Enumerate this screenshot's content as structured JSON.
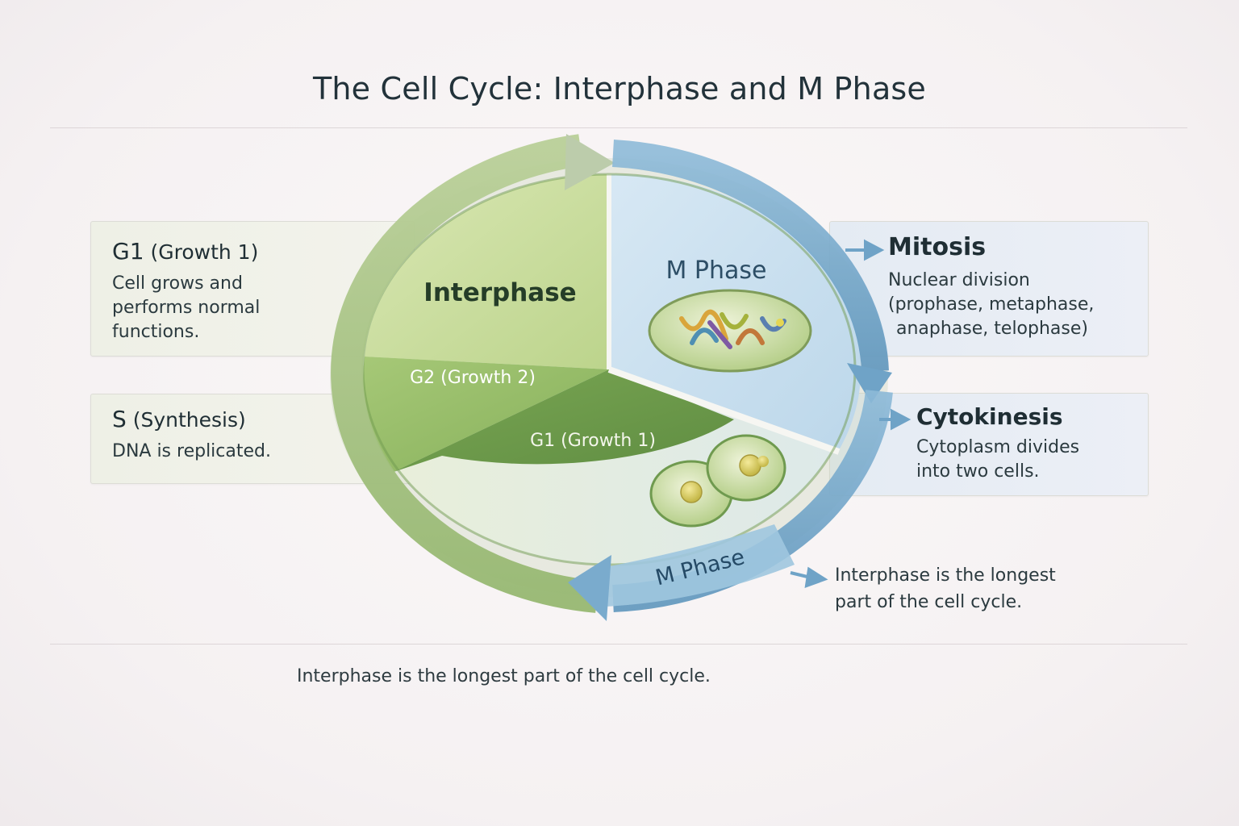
{
  "title": "The Cell Cycle: Interphase and M Phase",
  "left_boxes": [
    {
      "heading_main": "G1",
      "heading_sub": "(Growth 1)",
      "lines": [
        "Cell grows and",
        "performs normal",
        "functions."
      ]
    },
    {
      "heading_main": "S",
      "heading_sub": "(Synthesis)",
      "lines": [
        "DNA is replicated."
      ]
    }
  ],
  "right_boxes": [
    {
      "heading": "Mitosis",
      "lines": [
        "Nuclear division",
        "(prophase, metaphase,",
        "anaphase, telophase)"
      ]
    },
    {
      "heading": "Cytokinesis",
      "lines": [
        "Cytoplasm divides",
        "into two cells."
      ]
    }
  ],
  "wheel": {
    "interphase_label": "Interphase",
    "m_phase_label": "M Phase",
    "g2_label": "G2 (Growth 2)",
    "g1_label": "G1 (Growth 1)",
    "arrow_label": "M Phase"
  },
  "side_note": [
    "Interphase is the longest",
    "part of the cell cycle."
  ],
  "caption": "Interphase is the longest part of the cell cycle.",
  "colors": {
    "interphase_light": "#c8dc9c",
    "g2_mid": "#93bb63",
    "g1_dark": "#6e9a4b",
    "m_phase_blue": "#cfe3f1",
    "ring_blue": "#6ea3c8",
    "ring_green": "#a9c389"
  }
}
